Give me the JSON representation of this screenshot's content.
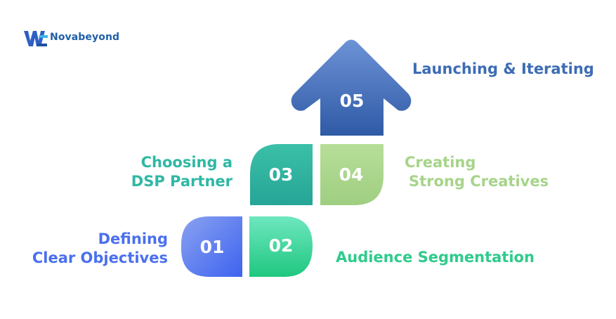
{
  "brand": {
    "name": "Novabeyond"
  },
  "steps": [
    {
      "number": "01",
      "title_lines": [
        "Defining",
        "Clear Objectives"
      ],
      "color": "#4a6ff0"
    },
    {
      "number": "02",
      "title_lines": [
        "Audience Segmentation"
      ],
      "color": "#2ecb8b"
    },
    {
      "number": "03",
      "title_lines": [
        "Choosing a",
        "DSP Partner"
      ],
      "color": "#2fb8a4"
    },
    {
      "number": "04",
      "title_lines": [
        "Creating",
        "Strong Creatives"
      ],
      "color": "#a7d489"
    },
    {
      "number": "05",
      "title_lines": [
        "Launching & Iterating"
      ],
      "color": "#3d6cb5"
    }
  ]
}
